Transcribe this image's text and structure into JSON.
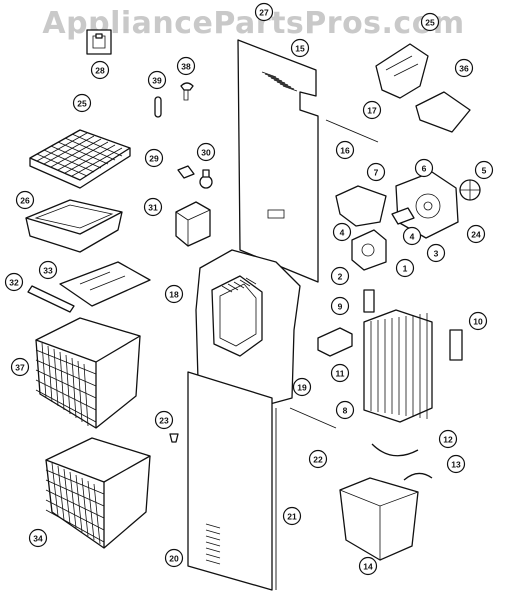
{
  "watermark": "AppliancePartsPros.com",
  "callouts": [
    {
      "id": "c27",
      "label": "27"
    },
    {
      "id": "c25a",
      "label": "25"
    },
    {
      "id": "c15",
      "label": "15"
    },
    {
      "id": "c28",
      "label": "28"
    },
    {
      "id": "c38",
      "label": "38"
    },
    {
      "id": "c39",
      "label": "39"
    },
    {
      "id": "c36",
      "label": "36"
    },
    {
      "id": "c25b",
      "label": "25"
    },
    {
      "id": "c17",
      "label": "17"
    },
    {
      "id": "c16",
      "label": "16"
    },
    {
      "id": "c29",
      "label": "29"
    },
    {
      "id": "c30",
      "label": "30"
    },
    {
      "id": "c7",
      "label": "7"
    },
    {
      "id": "c6",
      "label": "6"
    },
    {
      "id": "c5",
      "label": "5"
    },
    {
      "id": "c26",
      "label": "26"
    },
    {
      "id": "c31",
      "label": "31"
    },
    {
      "id": "c24",
      "label": "24"
    },
    {
      "id": "c4a",
      "label": "4"
    },
    {
      "id": "c4b",
      "label": "4"
    },
    {
      "id": "c3",
      "label": "3"
    },
    {
      "id": "c2",
      "label": "2"
    },
    {
      "id": "c1",
      "label": "1"
    },
    {
      "id": "c32",
      "label": "32"
    },
    {
      "id": "c33",
      "label": "33"
    },
    {
      "id": "c18",
      "label": "18"
    },
    {
      "id": "c9",
      "label": "9"
    },
    {
      "id": "c10",
      "label": "10"
    },
    {
      "id": "c37",
      "label": "37"
    },
    {
      "id": "c11",
      "label": "11"
    },
    {
      "id": "c19",
      "label": "19"
    },
    {
      "id": "c8",
      "label": "8"
    },
    {
      "id": "c23",
      "label": "23"
    },
    {
      "id": "c22",
      "label": "22"
    },
    {
      "id": "c12",
      "label": "12"
    },
    {
      "id": "c13",
      "label": "13"
    },
    {
      "id": "c21",
      "label": "21"
    },
    {
      "id": "c34",
      "label": "34"
    },
    {
      "id": "c20",
      "label": "20"
    },
    {
      "id": "c14",
      "label": "14"
    }
  ]
}
